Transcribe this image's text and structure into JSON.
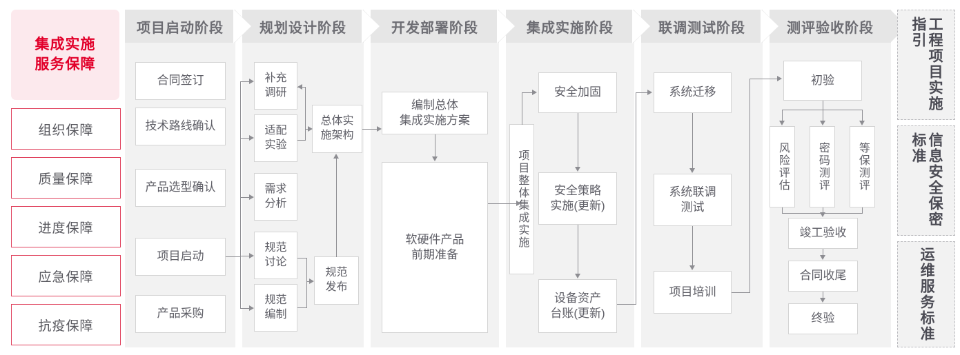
{
  "left_panel": {
    "hero": {
      "line1": "集成实施",
      "line2": "服务保障"
    },
    "guarantees": [
      {
        "label": "组织保障"
      },
      {
        "label": "质量保障"
      },
      {
        "label": "进度保障"
      },
      {
        "label": "应急保障"
      },
      {
        "label": "抗疫保障"
      }
    ]
  },
  "phases": [
    {
      "key": "startup",
      "title": "项目启动阶段",
      "nodes": [
        {
          "label": "合同签订"
        },
        {
          "label": "技术路线确认"
        },
        {
          "label": "产品选型确认"
        },
        {
          "label": "项目启动"
        },
        {
          "label": "产品采购"
        }
      ]
    },
    {
      "key": "planning",
      "title": "规划设计阶段",
      "nodes": [
        {
          "label": "补充\n调研"
        },
        {
          "label": "适配\n实验"
        },
        {
          "label": "需求\n分析"
        },
        {
          "label": "规范\n讨论"
        },
        {
          "label": "规范\n编制"
        },
        {
          "label": "总体实\n施架构"
        },
        {
          "label": "规范\n发布"
        }
      ]
    },
    {
      "key": "develop",
      "title": "开发部署阶段",
      "nodes": [
        {
          "label": "编制总体\n集成实施方案"
        },
        {
          "label": "软硬件产品\n前期准备"
        }
      ]
    },
    {
      "key": "integration",
      "title": "集成实施阶段",
      "nodes": [
        {
          "label": "项目整体集成实施"
        },
        {
          "label": "安全加固"
        },
        {
          "label": "安全策略\n实施(更新)"
        },
        {
          "label": "设备资产\n台账(更新)"
        }
      ]
    },
    {
      "key": "testing",
      "title": "联调测试阶段",
      "nodes": [
        {
          "label": "系统迁移"
        },
        {
          "label": "系统联调\n测试"
        },
        {
          "label": "项目培训"
        }
      ]
    },
    {
      "key": "acceptance",
      "title": "测评验收阶段",
      "nodes": [
        {
          "label": "初验"
        },
        {
          "label": "风险评估"
        },
        {
          "label": "密码测评"
        },
        {
          "label": "等保测评"
        },
        {
          "label": "竣工验收"
        },
        {
          "label": "合同收尾"
        },
        {
          "label": "终验"
        }
      ]
    }
  ],
  "standards": [
    {
      "label": "工程项目实施指引"
    },
    {
      "label": "信息安全保密标准"
    },
    {
      "label": "运维服务标准"
    }
  ],
  "colors": {
    "accent_red": "#e2002a",
    "accent_border": "#e0405c",
    "hero_bg": "#fce9ed",
    "phase_head_bg": "#e6e6e6",
    "phase_body_bg": "#f2f2f2",
    "node_border": "#d4d4d4",
    "connector": "#8d8d92",
    "text_gray": "#5e5e66"
  }
}
